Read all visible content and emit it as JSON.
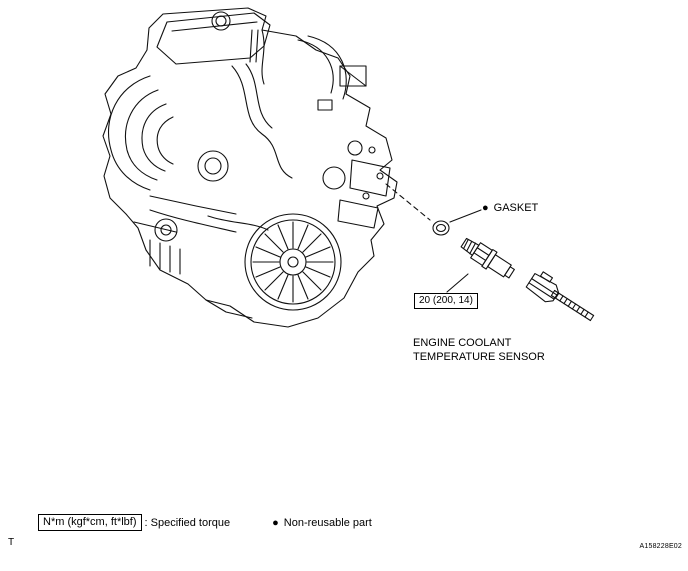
{
  "diagram": {
    "gasket_label": "GASKET",
    "torque_value": "20 (200, 14)",
    "sensor_label_line1": "ENGINE COOLANT",
    "sensor_label_line2": "TEMPERATURE SENSOR"
  },
  "legend": {
    "torque_box_label": "N*m (kgf*cm, ft*lbf)",
    "torque_description": ": Specified torque",
    "non_reusable_label": "Non-reusable part"
  },
  "icons": {
    "non_reusable_bullet": "●"
  },
  "footer": {
    "page_marker": "T",
    "figure_code": "A158228E02"
  },
  "colors": {
    "line": "#000000",
    "background": "#ffffff"
  }
}
